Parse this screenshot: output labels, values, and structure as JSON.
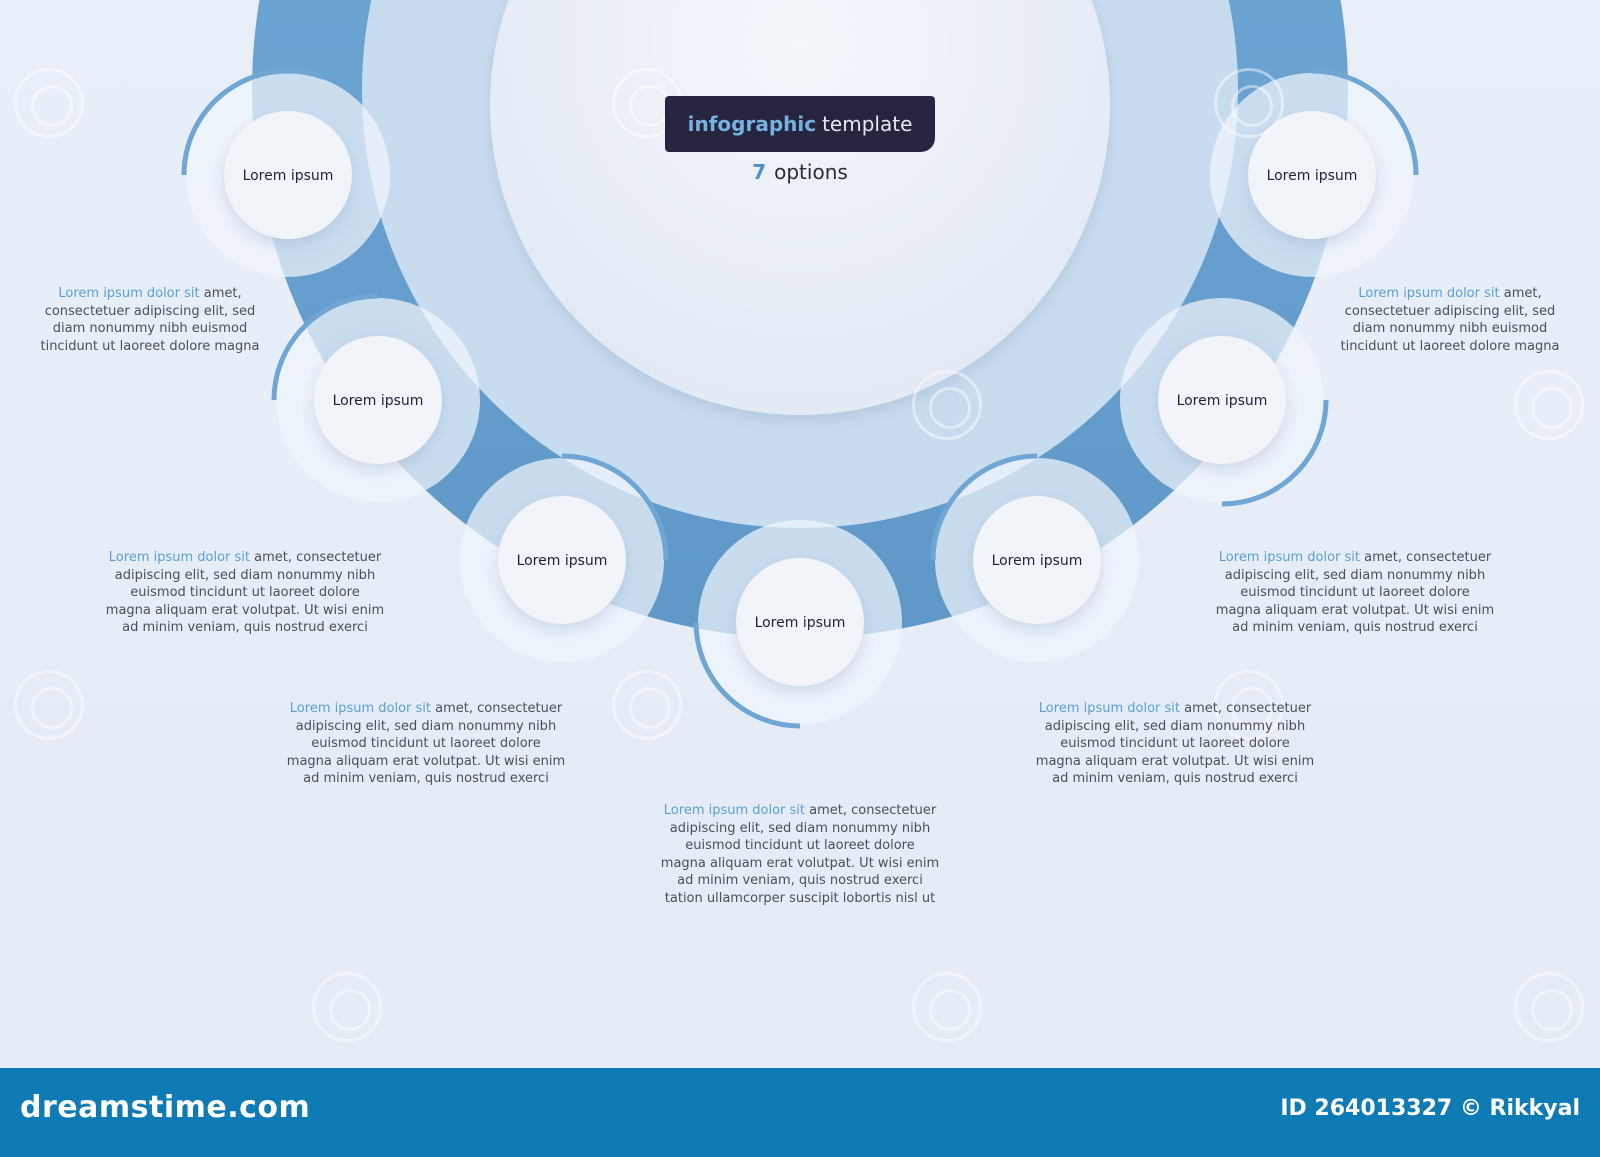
{
  "header": {
    "title_accent": "infographic",
    "title_rest": "template",
    "options_count": "7",
    "options_label": "options"
  },
  "nodes": [
    {
      "label": "Lorem ipsum"
    },
    {
      "label": "Lorem ipsum"
    },
    {
      "label": "Lorem ipsum"
    },
    {
      "label": "Lorem ipsum"
    },
    {
      "label": "Lorem ipsum"
    },
    {
      "label": "Lorem ipsum"
    },
    {
      "label": "Lorem ipsum"
    }
  ],
  "descriptions": [
    {
      "highlight": "Lorem ipsum dolor sit",
      "lines": [
        " amet,",
        "consectetuer adipiscing elit, sed",
        "diam nonummy nibh euismod",
        "tincidunt ut laoreet dolore magna"
      ]
    },
    {
      "highlight": "Lorem ipsum dolor sit",
      "lines": [
        " amet, consectetuer",
        "adipiscing elit, sed diam nonummy nibh",
        "euismod tincidunt ut laoreet dolore",
        "magna aliquam erat volutpat. Ut wisi enim",
        "ad minim veniam, quis nostrud exerci"
      ]
    },
    {
      "highlight": "Lorem ipsum dolor sit",
      "lines": [
        " amet, consectetuer",
        "adipiscing elit, sed diam nonummy nibh",
        "euismod tincidunt ut laoreet dolore",
        "magna aliquam erat volutpat. Ut wisi enim",
        "ad minim veniam, quis nostrud exerci"
      ]
    },
    {
      "highlight": "Lorem ipsum dolor sit",
      "lines": [
        " amet, consectetuer",
        "adipiscing elit, sed diam nonummy nibh",
        "euismod tincidunt ut laoreet dolore",
        "magna aliquam erat volutpat. Ut wisi enim",
        "ad minim veniam, quis nostrud exerci",
        "tation ullamcorper suscipit lobortis nisl ut"
      ]
    },
    {
      "highlight": "Lorem ipsum dolor sit",
      "lines": [
        " amet, consectetuer",
        "adipiscing elit, sed diam nonummy nibh",
        "euismod tincidunt ut laoreet dolore",
        "magna aliquam erat volutpat. Ut wisi enim",
        "ad minim veniam, quis nostrud exerci"
      ]
    },
    {
      "highlight": "Lorem ipsum dolor sit",
      "lines": [
        " amet, consectetuer",
        "adipiscing elit, sed diam nonummy nibh",
        "euismod tincidunt ut laoreet dolore",
        "magna aliquam erat volutpat. Ut wisi enim",
        "ad minim veniam, quis nostrud exerci"
      ]
    },
    {
      "highlight": "Lorem ipsum dolor sit",
      "lines": [
        " amet,",
        "consectetuer adipiscing elit, sed",
        "diam nonummy nibh euismod",
        "tincidunt ut laoreet dolore magna"
      ]
    }
  ],
  "footer": {
    "brand": "dreamstime.com",
    "credit": "ID 264013327 © Rikkyal"
  },
  "colors": {
    "ring": "#6fa6d4",
    "accent_text": "#5aa0d6",
    "footer": "#0f7bb4",
    "title_box": "#26243f"
  }
}
